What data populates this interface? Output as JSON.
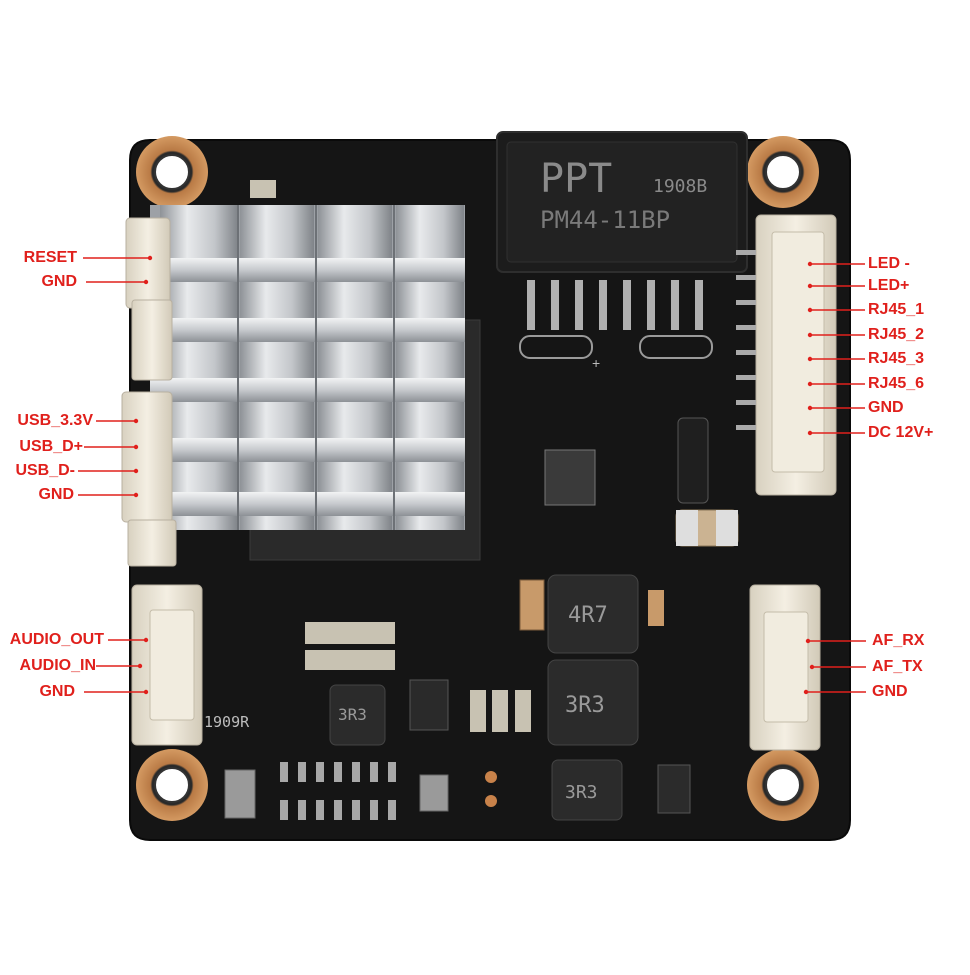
{
  "image": {
    "background_color": "#ffffff",
    "pcb_color": "#121212",
    "label_color": "#e0201c",
    "pad_color": "#c8824a",
    "heatsink_color": "#c9ccd0",
    "connector_color": "#ece6d8"
  },
  "pcb_markings": {
    "transformer_brand": "PPT",
    "transformer_code": "1908B",
    "transformer_part": "PM44-11BP",
    "inductor_top": "4R7",
    "inductor_mid": "3R3",
    "inductor_small": "3R3",
    "mid_inductor_small": "3R3",
    "board_code": "1909R",
    "plus_sign": "+"
  },
  "labels_left": [
    {
      "text": "RESET",
      "connector": "reset"
    },
    {
      "text": "GND",
      "connector": "reset"
    },
    {
      "text": "USB_3.3V",
      "connector": "usb"
    },
    {
      "text": "USB_D+",
      "connector": "usb"
    },
    {
      "text": "USB_D-",
      "connector": "usb"
    },
    {
      "text": "GND",
      "connector": "usb"
    },
    {
      "text": "AUDIO_OUT",
      "connector": "audio"
    },
    {
      "text": "AUDIO_IN",
      "connector": "audio"
    },
    {
      "text": "GND",
      "connector": "audio"
    }
  ],
  "labels_right": [
    {
      "text": "LED -",
      "connector": "rj45-power"
    },
    {
      "text": "LED+",
      "connector": "rj45-power"
    },
    {
      "text": "RJ45_1",
      "connector": "rj45-power"
    },
    {
      "text": "RJ45_2",
      "connector": "rj45-power"
    },
    {
      "text": "RJ45_3",
      "connector": "rj45-power"
    },
    {
      "text": "RJ45_6",
      "connector": "rj45-power"
    },
    {
      "text": "GND",
      "connector": "rj45-power"
    },
    {
      "text": "DC 12V+",
      "connector": "rj45-power"
    },
    {
      "text": "AF_RX",
      "connector": "af"
    },
    {
      "text": "AF_TX",
      "connector": "af"
    },
    {
      "text": "GND",
      "connector": "af"
    }
  ]
}
